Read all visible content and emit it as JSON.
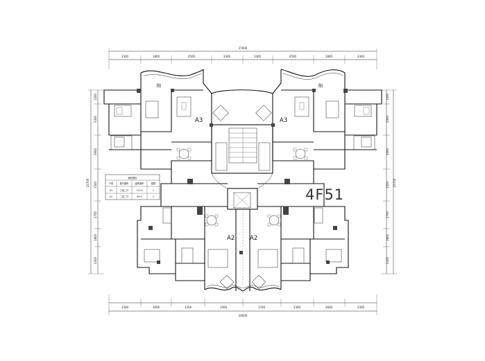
{
  "drawing": {
    "code": "4F51",
    "units": {
      "a3_left": "A3",
      "a3_right": "A3",
      "a2_left": "A2",
      "a2_right": "A2"
    },
    "room_tags": {
      "balcony_left": "阳",
      "balcony_right": "阳"
    },
    "top_dims": {
      "overall": "27600",
      "segments": [
        "3300",
        "1800",
        "4500",
        "3300",
        "3300",
        "4500",
        "1800",
        "3300"
      ]
    },
    "bottom_dims": {
      "overall": "24600",
      "segments": [
        "3300",
        "3600",
        "3300",
        "1500",
        "1700",
        "3300",
        "3600",
        "3300"
      ]
    },
    "left_dims": {
      "overall": "23700",
      "segments": [
        "1500",
        "3300",
        "3900",
        "1500",
        "2700",
        "1800",
        "3300"
      ]
    },
    "right_dims": {
      "overall": "23700",
      "segments": [
        "1500",
        "3300",
        "3900",
        "1500",
        "2700",
        "1800",
        "3300"
      ]
    },
    "table": {
      "title": "面积指标",
      "headers": [
        "户型",
        "套内面积",
        "建筑面积",
        "套数"
      ],
      "rows": [
        [
          "A3",
          "三室二厅",
          "112.6",
          "2"
        ],
        [
          "A2",
          "二室二厅",
          "89.4",
          "2"
        ]
      ]
    }
  }
}
